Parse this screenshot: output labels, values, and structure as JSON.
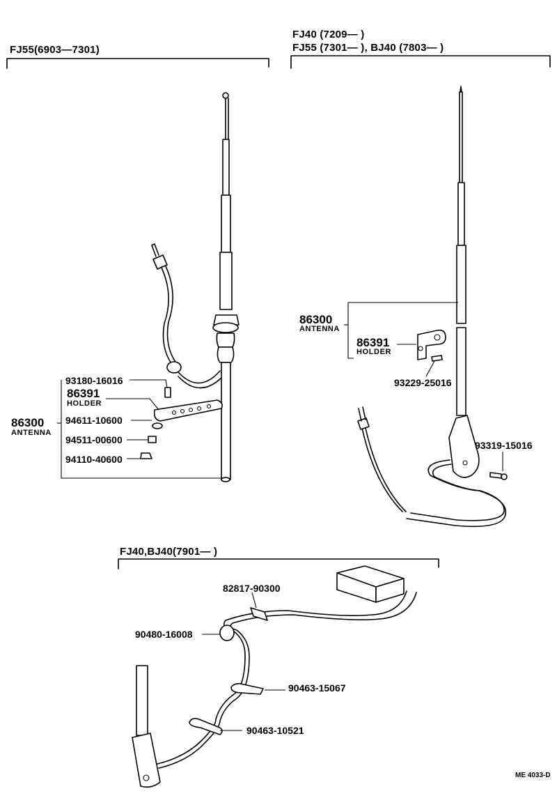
{
  "sections": {
    "fj55_early": {
      "header": "FJ55(6903—7301)"
    },
    "right_top": {
      "header_line1": "FJ40 (7209—        )",
      "header_line2": "FJ55 (7301—            ), BJ40 (7803—          )"
    },
    "bottom": {
      "header": "FJ40,BJ40(7901—        )"
    }
  },
  "left_parts": {
    "antenna_number": "86300",
    "antenna_name": "ANTENNA",
    "holder_number": "86391",
    "holder_name": "HOLDER",
    "bolt": "93180-16016",
    "washer": "94611-10600",
    "nut": "94511-00600",
    "cap_nut": "94110-40600"
  },
  "right_parts": {
    "antenna_number": "86300",
    "antenna_name": "ANTENNA",
    "holder_number": "86391",
    "holder_name": "HOLDER",
    "screw_a": "93229-25016",
    "screw_b": "93319-15016"
  },
  "bottom_parts": {
    "box": "82817-90300",
    "grommet": "90480-16008",
    "clamp_a": "90463-15067",
    "clamp_b": "90463-10521"
  },
  "diagram_code": "ME  4033-D"
}
